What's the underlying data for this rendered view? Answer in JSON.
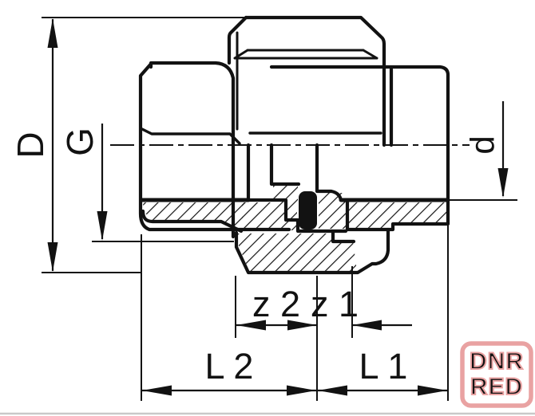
{
  "drawing": {
    "title_hint": "",
    "dimensions": {
      "outer_diameter": {
        "label": "D"
      },
      "thread_size": {
        "label": "G"
      },
      "pipe_diameter": {
        "label": "d"
      },
      "z2": {
        "label": "z 2"
      },
      "z1": {
        "label": "z 1"
      },
      "l2": {
        "label": "L 2"
      },
      "l1": {
        "label": "L 1"
      }
    },
    "watermark": {
      "line1": "DNR",
      "line2": "RED",
      "color": "#e9a2a2"
    },
    "colors": {
      "line": "#121212",
      "background": "#ffffff",
      "footer_rule": "#c9c9c9"
    }
  }
}
